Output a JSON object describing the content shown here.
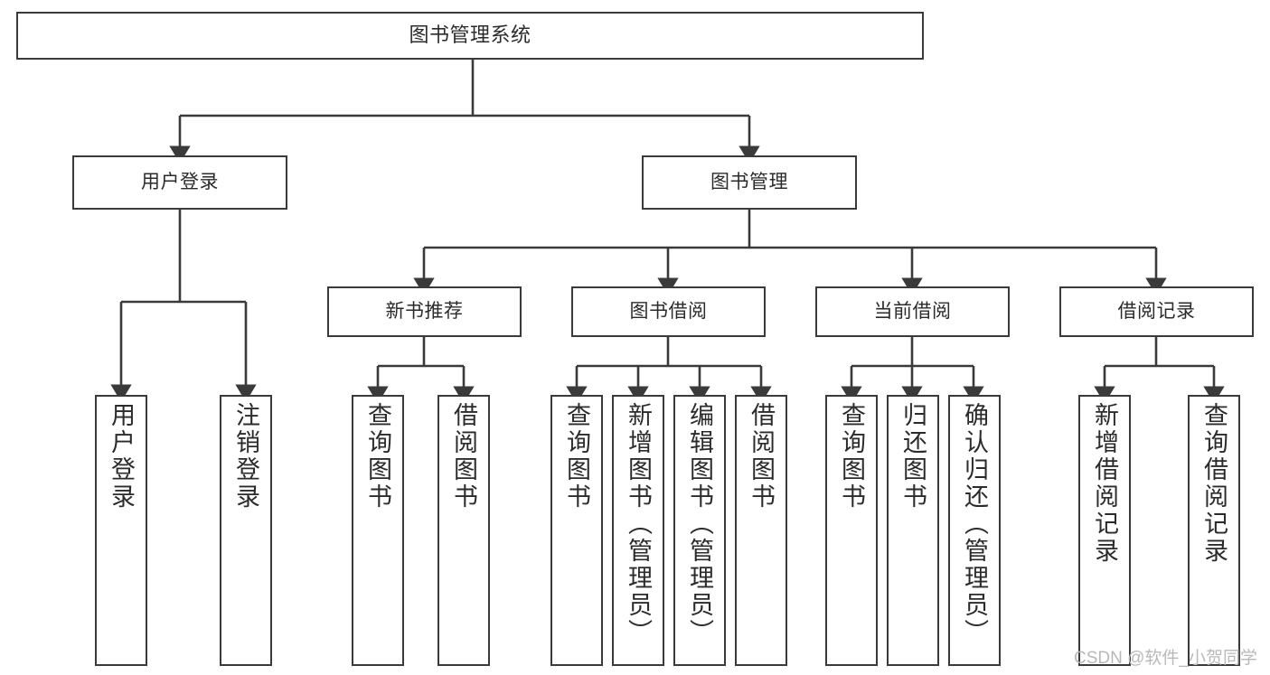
{
  "diagram": {
    "title": "图书管理系统",
    "type": "tree-hierarchy",
    "colors": {
      "stroke": "#3a3a3a",
      "text": "#2b2b2b",
      "background": "#ffffff",
      "watermark": "#b9b9b9"
    },
    "root": {
      "label": "图书管理系统"
    },
    "level1": [
      {
        "label": "用户登录"
      },
      {
        "label": "图书管理"
      }
    ],
    "level2": [
      {
        "label": "新书推荐"
      },
      {
        "label": "图书借阅"
      },
      {
        "label": "当前借阅"
      },
      {
        "label": "借阅记录"
      }
    ],
    "leaves": {
      "user_login": [
        {
          "label": "用户登录"
        },
        {
          "label": "注销登录"
        }
      ],
      "new_book_recommend": [
        {
          "label": "查询图书"
        },
        {
          "label": "借阅图书"
        }
      ],
      "book_borrow": [
        {
          "label": "查询图书"
        },
        {
          "label": "新增图书（管理员）"
        },
        {
          "label": "编辑图书（管理员）"
        },
        {
          "label": "借阅图书"
        }
      ],
      "current_borrow": [
        {
          "label": "查询图书"
        },
        {
          "label": "归还图书"
        },
        {
          "label": "确认归还（管理员）"
        }
      ],
      "borrow_records": [
        {
          "label": "新增借阅记录"
        },
        {
          "label": "查询借阅记录"
        }
      ]
    }
  },
  "watermark": {
    "text": "CSDN @软件_小贺同学"
  }
}
